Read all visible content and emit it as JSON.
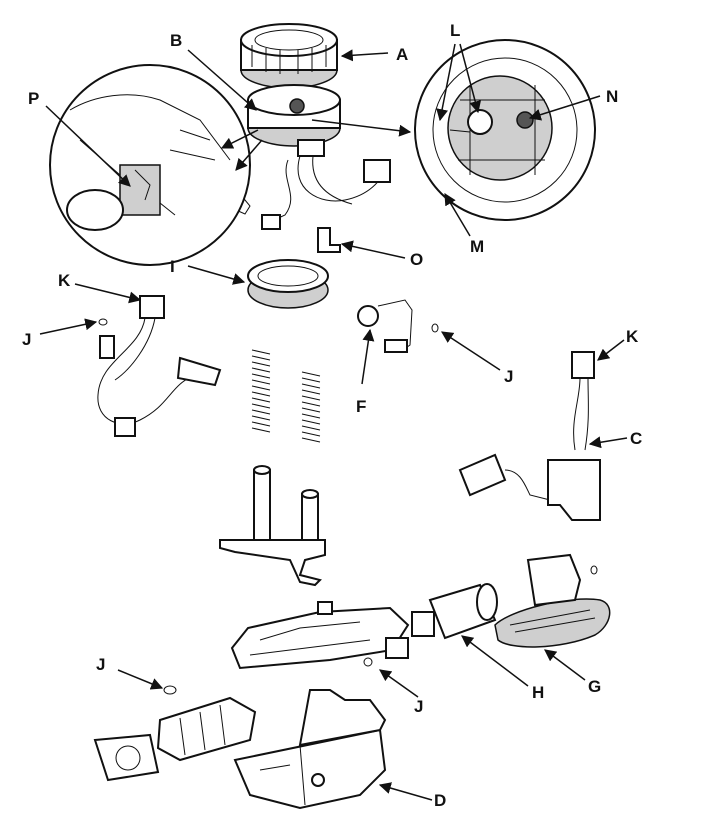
{
  "labels": {
    "A": "A",
    "B": "B",
    "C": "C",
    "D": "D",
    "F": "F",
    "G": "G",
    "H": "H",
    "I": "I",
    "J": "J",
    "K": "K",
    "L": "L",
    "M": "M",
    "N": "N",
    "O": "O",
    "P": "P"
  },
  "colors": {
    "ink": "#111111",
    "paper": "#ffffff",
    "shade": "#cfcfcf"
  }
}
